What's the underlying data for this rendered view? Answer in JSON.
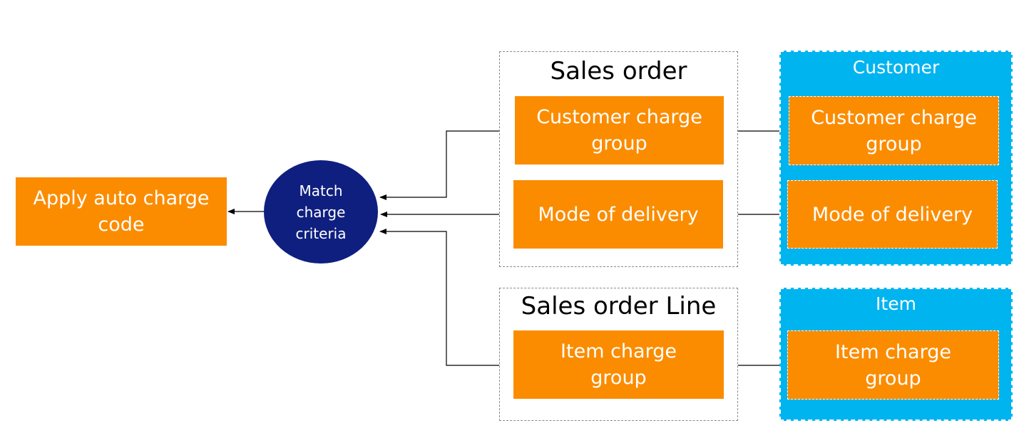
{
  "apply_box": {
    "label": "Apply auto charge\ncode"
  },
  "match_node": {
    "label": "Match\ncharge\ncriteria"
  },
  "sales_order": {
    "title": "Sales order",
    "items": [
      "Customer charge\ngroup",
      "Mode of delivery"
    ]
  },
  "sales_order_line": {
    "title": "Sales order Line",
    "items": [
      "Item charge\ngroup"
    ]
  },
  "customer": {
    "title": "Customer",
    "items": [
      "Customer charge\ngroup",
      "Mode of delivery"
    ]
  },
  "item": {
    "title": "Item",
    "items": [
      "Item charge\ngroup"
    ]
  },
  "colors": {
    "box": "#fb8c00",
    "source_group": "#00b4f0",
    "match_node": "#0f1f7f",
    "connector": "#000000"
  }
}
